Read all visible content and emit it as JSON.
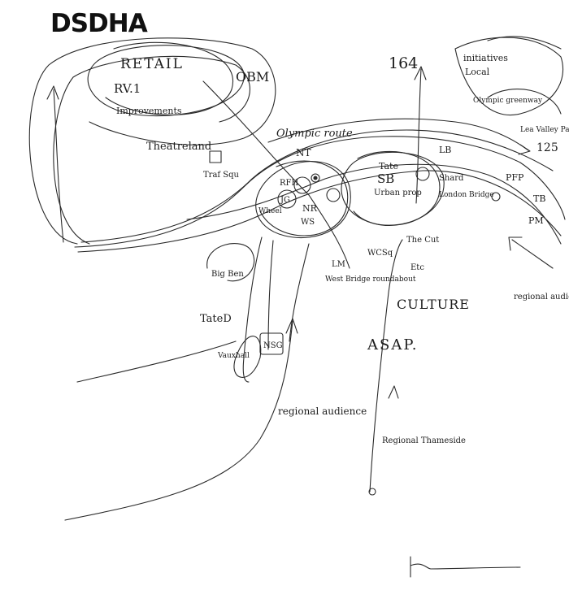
{
  "logo": {
    "text": "DSDHA"
  },
  "labels": {
    "retail": "RETAIL",
    "obm": "OBM",
    "route164": "164",
    "initiatives": "initiatives",
    "local": "Local",
    "olympic_greenway": "Olympic greenway",
    "lea_valley_park": "Lea Valley Park",
    "number_125": "125",
    "rv": "RV.1",
    "improvements": "Improvements",
    "theatreland": "Theatreland",
    "olympic_route": "Olympic route",
    "nt": "NT",
    "lb": "LB",
    "tate": "Tate",
    "sb": "SB",
    "urban_prop": "Urban prop",
    "shard": "Shard",
    "london_bridge": "London Bridge",
    "pfp": "PFP",
    "tb": "TB",
    "pm": "PM",
    "traf_squ": "Traf Squ",
    "rfh": "RFH",
    "jg": "JG",
    "wheel": "Wheel",
    "nr": "NR",
    "ws": "WS",
    "the_cut": "The Cut",
    "wcsq": "WCSq",
    "lm": "LM",
    "etc": "Etc",
    "west_bridge_roundabout": "West Bridge roundabout",
    "big_ben": "Big Ben",
    "culture": "CULTURE",
    "asap": "ASAP.",
    "regional_audience_right": "regional audience",
    "tate_d": "TateD",
    "vauxhall": "Vauxhall",
    "nsg": "NSG",
    "regional_audience_mid": "regional audience",
    "regional_thameside": "Regional Thameside"
  }
}
